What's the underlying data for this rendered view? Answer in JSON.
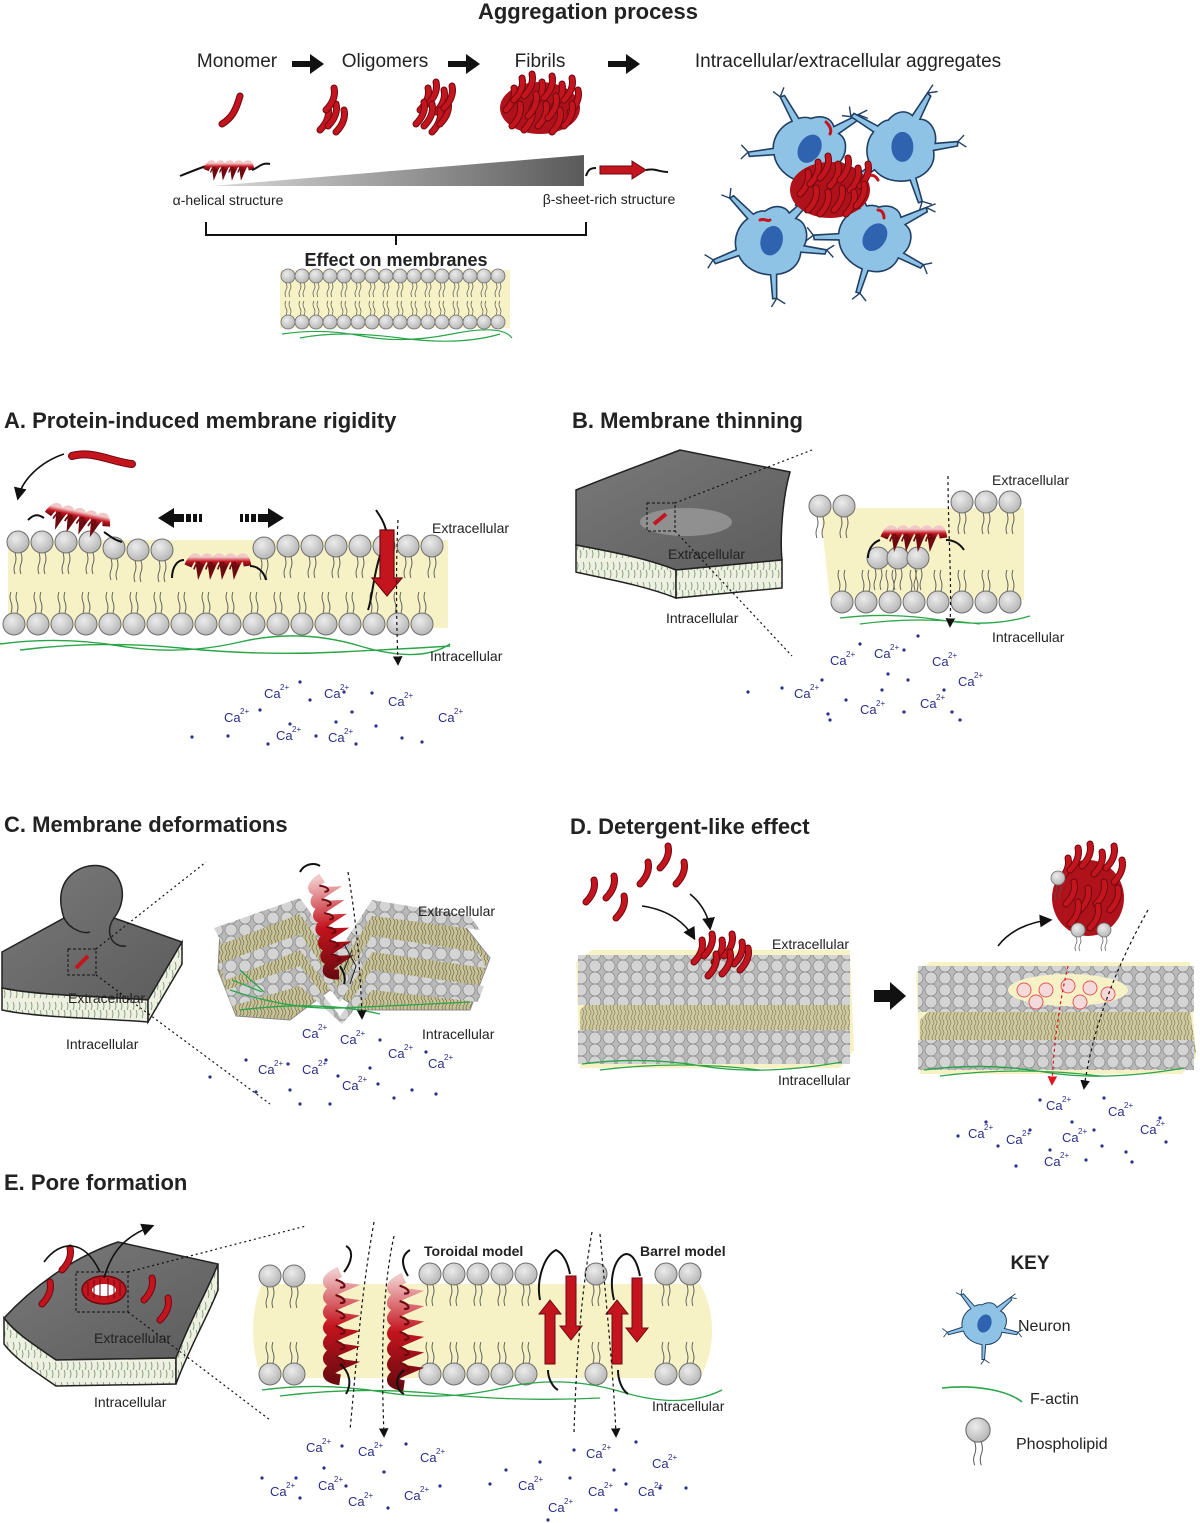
{
  "colors": {
    "protein_red": "#c4141e",
    "protein_dark": "#7a0c12",
    "neuron_blue": "#8fc3e6",
    "neuron_nucleus": "#2f63b0",
    "membrane_yellow": "#f7f2c6",
    "phospholipid_gray": "#cfcfcf",
    "factin_green": "#2aa548",
    "calcium_blue": "#2b2f87",
    "slab_gray": "#6b6b6b"
  },
  "aggregation": {
    "title": "Aggregation process",
    "stages": [
      "Monomer",
      "Oligomers",
      "Fibrils",
      "Intracellular/extracellular aggregates"
    ],
    "alpha_label": "α-helical structure",
    "beta_label": "β-sheet-rich structure",
    "effect_label": "Effect on membranes"
  },
  "panels": {
    "A": {
      "title": "A. Protein-induced membrane rigidity",
      "extracellular": "Extracellular",
      "intracellular": "Intracellular"
    },
    "B": {
      "title": "B. Membrane thinning",
      "extracellular": "Extracellular",
      "slab_extracellular": "Extracellular",
      "slab_intracellular": "Intracellular",
      "intracellular": "Intracellular"
    },
    "C": {
      "title": "C. Membrane deformations",
      "extracellular": "Extracellular",
      "slab_extracellular": "Extracellular",
      "slab_intracellular": "Intracellular",
      "intracellular": "Intracellular"
    },
    "D": {
      "title": "D. Detergent-like effect",
      "extracellular": "Extracellular",
      "intracellular": "Intracellular"
    },
    "E": {
      "title": "E. Pore formation",
      "toroidal": "Toroidal model",
      "barrel": "Barrel model",
      "slab_extracellular": "Extracellular",
      "slab_intracellular": "Intracellular",
      "intracellular": "Intracellular"
    }
  },
  "ion": {
    "symbol": "Ca",
    "charge": "2+"
  },
  "key": {
    "title": "KEY",
    "items": [
      {
        "label": "Neuron",
        "icon": "neuron-icon"
      },
      {
        "label": "F-actin",
        "icon": "f-actin-icon"
      },
      {
        "label": "Phospholipid",
        "icon": "phospholipid-icon"
      }
    ]
  }
}
